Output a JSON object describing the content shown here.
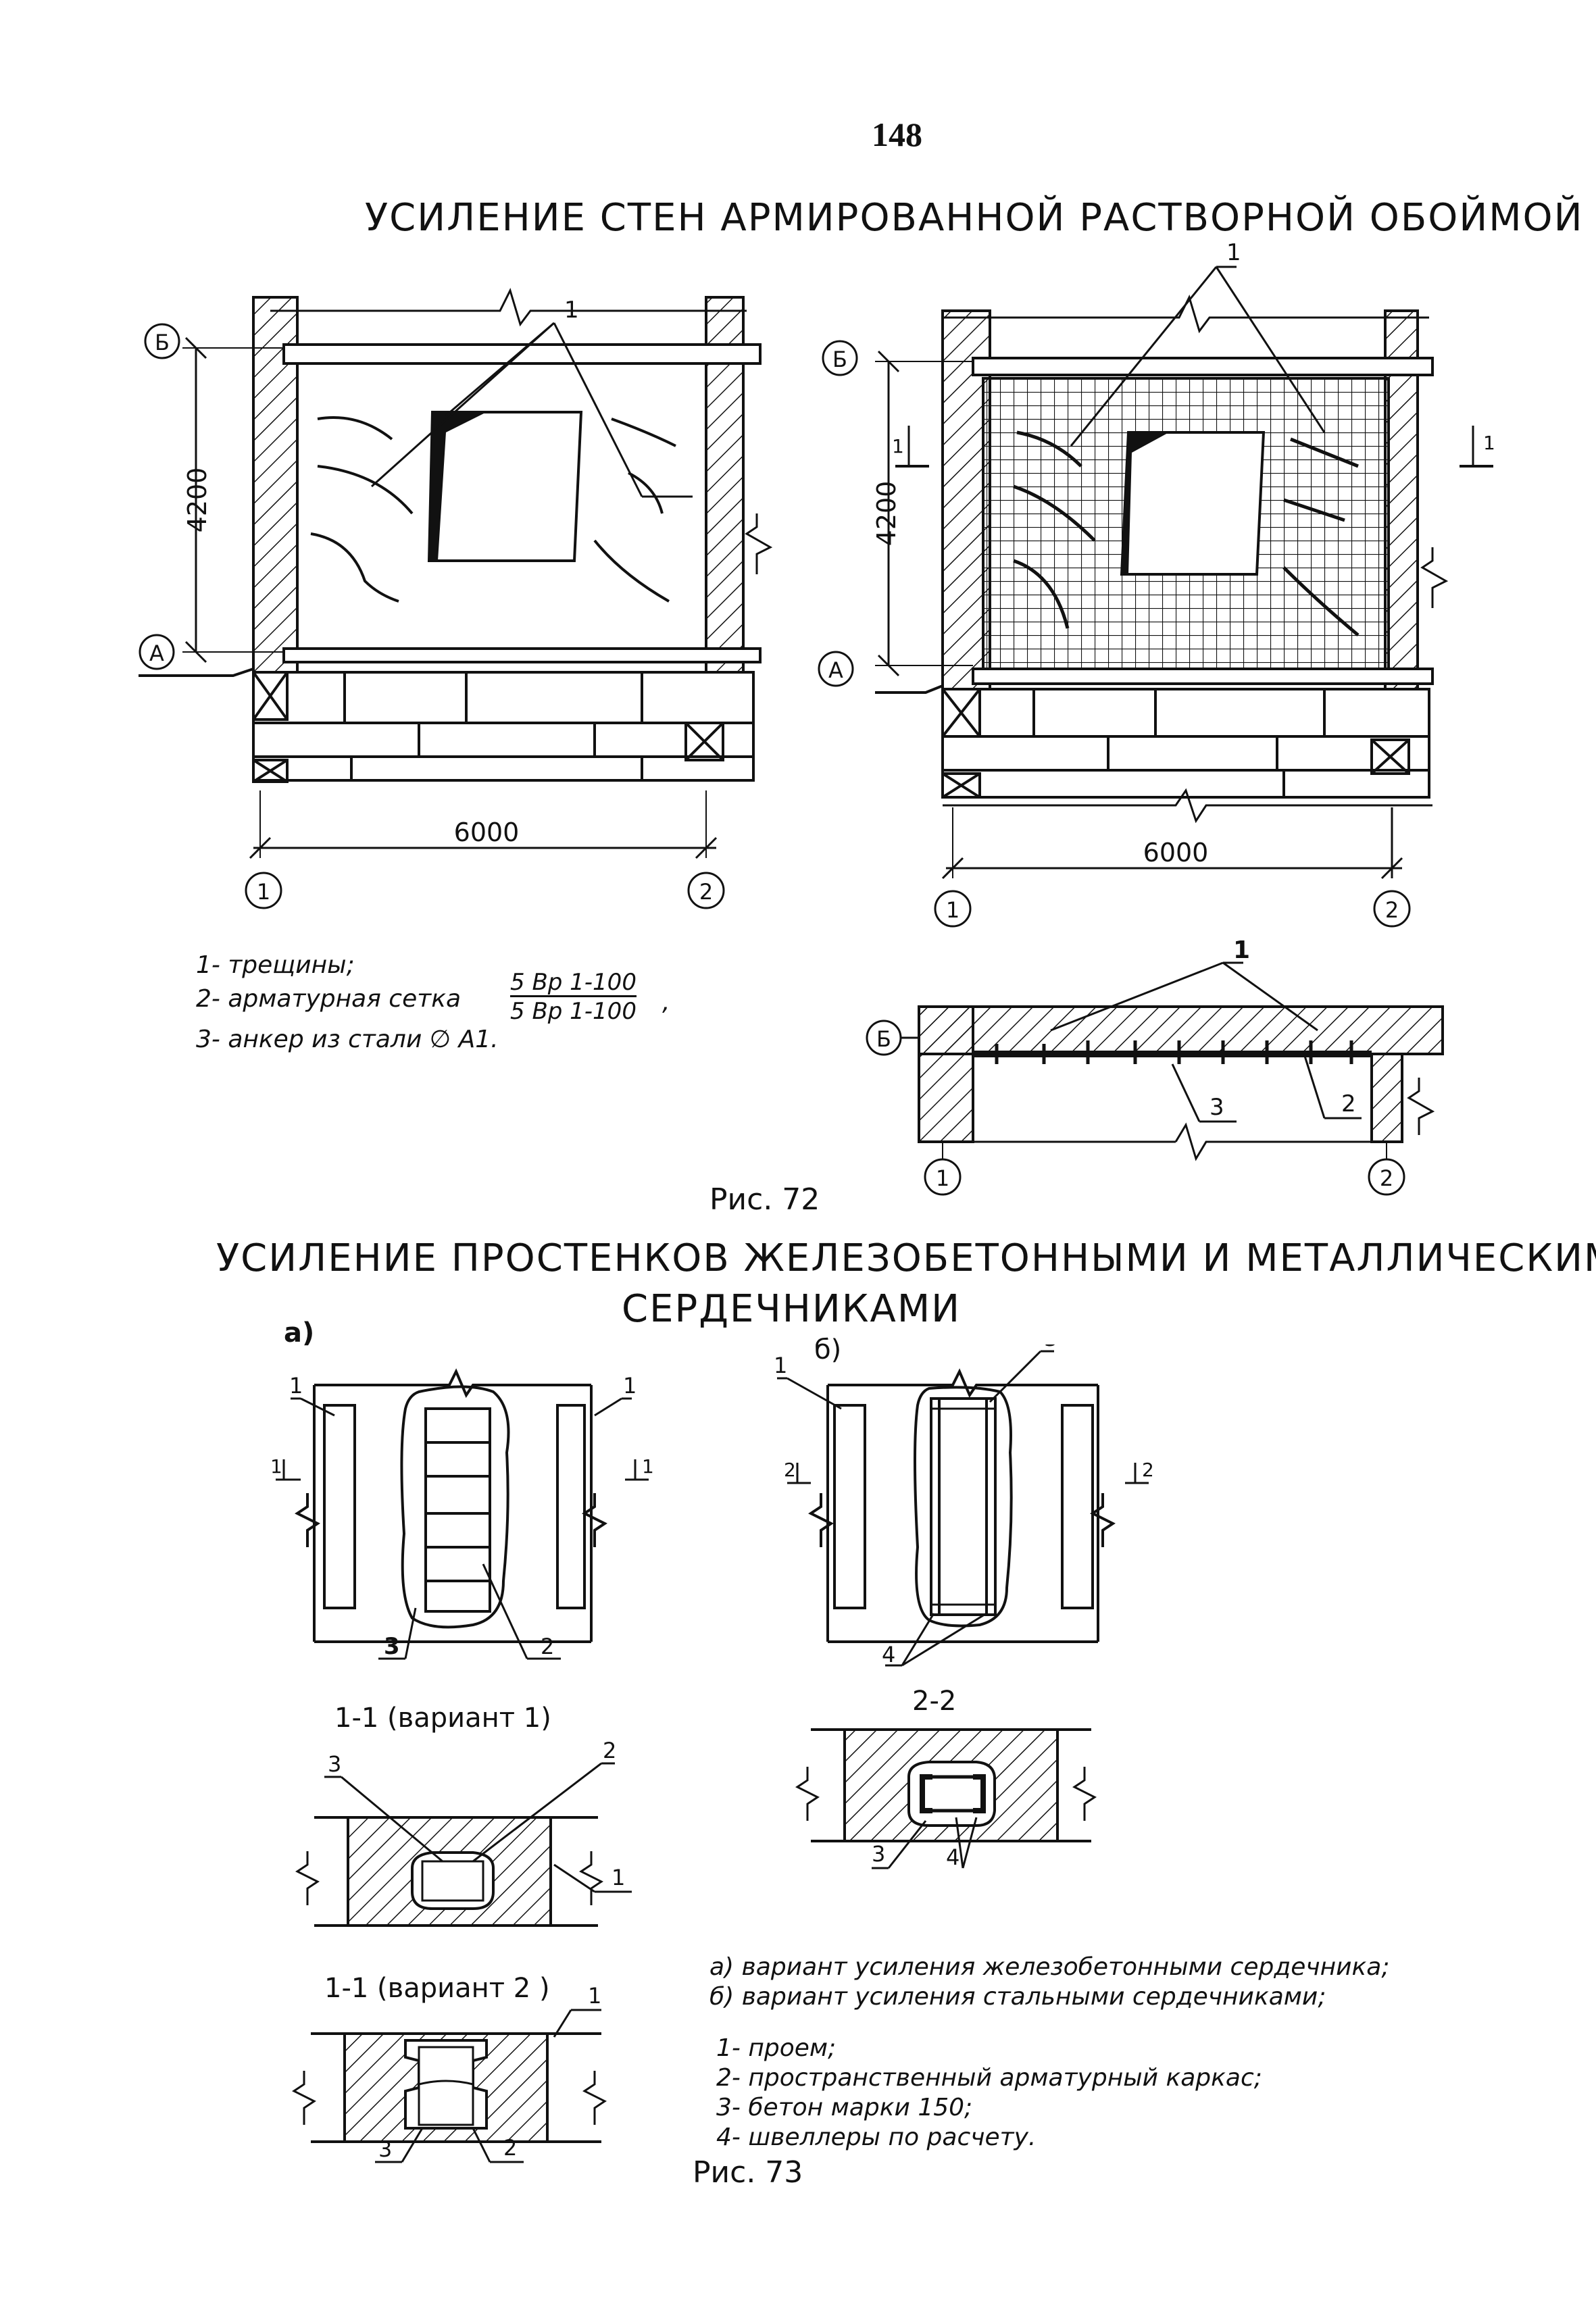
{
  "page_number": "148",
  "fig72": {
    "title": "УСИЛЕНИЕ СТЕН АРМИРОВАННОЙ РАСТВОРНОЙ ОБОЙМОЙ",
    "caption": "Рис. 72",
    "dim_height": "4200",
    "dim_width": "6000",
    "axis_B": "Б",
    "axis_A": "А",
    "axis_1": "1",
    "axis_2": "2",
    "callout_1": "1",
    "callout_2": "2",
    "callout_3": "3",
    "section_mark": "1",
    "legend": {
      "item1": "1- трещины;",
      "item2": "2- арматурная сетка",
      "mesh_top": "5 Вр  1-100",
      "mesh_bottom": "5 Вр  1-100",
      "item3": "3- анкер из стали ∅ А1."
    }
  },
  "fig73": {
    "title_line1": "УСИЛЕНИЕ ПРОСТЕНКОВ ЖЕЛЕЗОБЕТОННЫМИ И МЕТАЛЛИЧЕСКИМИ",
    "title_line2": "СЕРДЕЧНИКАМИ",
    "caption": "Рис. 73",
    "variant_a": "а)",
    "variant_b": "б)",
    "section_1_1_v1": "1-1 (вариант 1)",
    "section_1_1_v2": "1-1 (вариант 2 )",
    "section_2_2": "2-2",
    "mark_1": "1",
    "mark_2": "2",
    "mark_3": "3",
    "mark_4": "4",
    "legend_variants": [
      "а) вариант усиления железобетонными сердечника;",
      "б) вариант усиления стальными сердечниками;"
    ],
    "legend_items": [
      "1- проем;",
      "2- пространственный арматурный каркас;",
      "3- бетон марки 150;",
      "4- швеллеры по расчету."
    ]
  }
}
